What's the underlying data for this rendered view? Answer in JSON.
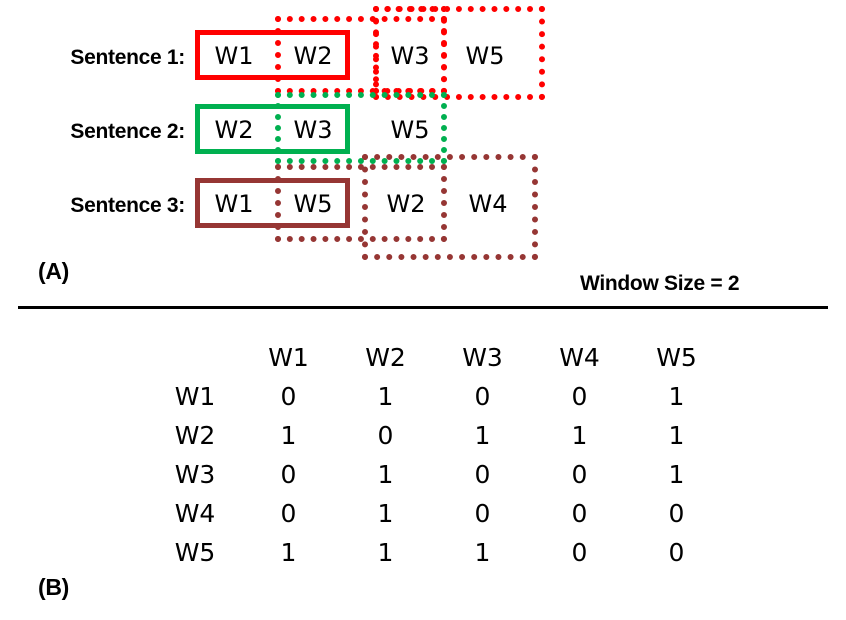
{
  "panel_a": {
    "tag": "(A)",
    "window_size_note": "Window Size = 2",
    "rows": [
      {
        "label": "Sentence 1:",
        "color": "#FF0000",
        "words": [
          "W1",
          "W2",
          "W3",
          "W5"
        ],
        "windows": [
          {
            "style": "solid",
            "from": 0,
            "to": 1
          },
          {
            "style": "dotted",
            "from": 1,
            "to": 2
          },
          {
            "style": "dotted",
            "from": 2,
            "to": 3
          }
        ]
      },
      {
        "label": "Sentence 2:",
        "color": "#00B050",
        "words": [
          "W2",
          "W3",
          "W5"
        ],
        "windows": [
          {
            "style": "solid",
            "from": 0,
            "to": 1
          },
          {
            "style": "dotted",
            "from": 1,
            "to": 2
          }
        ]
      },
      {
        "label": "Sentence 3:",
        "color": "#963634",
        "words": [
          "W1",
          "W5",
          "W2",
          "W4"
        ],
        "windows": [
          {
            "style": "solid",
            "from": 0,
            "to": 1
          },
          {
            "style": "dotted",
            "from": 1,
            "to": 2
          },
          {
            "style": "dotted",
            "from": 2,
            "to": 3
          }
        ]
      }
    ]
  },
  "panel_b": {
    "tag": "(B)",
    "matrix": {
      "corner": "",
      "columns": [
        "W1",
        "W2",
        "W3",
        "W4",
        "W5"
      ],
      "rows": [
        {
          "head": "W1",
          "values": [
            "0",
            "1",
            "0",
            "0",
            "1"
          ]
        },
        {
          "head": "W2",
          "values": [
            "1",
            "0",
            "1",
            "1",
            "1"
          ]
        },
        {
          "head": "W3",
          "values": [
            "0",
            "1",
            "0",
            "0",
            "1"
          ]
        },
        {
          "head": "W4",
          "values": [
            "0",
            "1",
            "0",
            "0",
            "0"
          ]
        },
        {
          "head": "W5",
          "values": [
            "1",
            "1",
            "1",
            "0",
            "0"
          ]
        }
      ]
    }
  },
  "chart_data": {
    "type": "table",
    "title": "Word co-occurrence matrix (Window Size = 2)",
    "categories": [
      "W1",
      "W2",
      "W3",
      "W4",
      "W5"
    ],
    "rows": [
      "W1",
      "W2",
      "W3",
      "W4",
      "W5"
    ],
    "values": [
      [
        0,
        1,
        0,
        0,
        1
      ],
      [
        1,
        0,
        1,
        1,
        1
      ],
      [
        0,
        1,
        0,
        0,
        1
      ],
      [
        0,
        1,
        0,
        0,
        0
      ],
      [
        1,
        1,
        1,
        0,
        0
      ]
    ],
    "xlabel": "",
    "ylabel": "",
    "grid": false,
    "legend": "none"
  }
}
